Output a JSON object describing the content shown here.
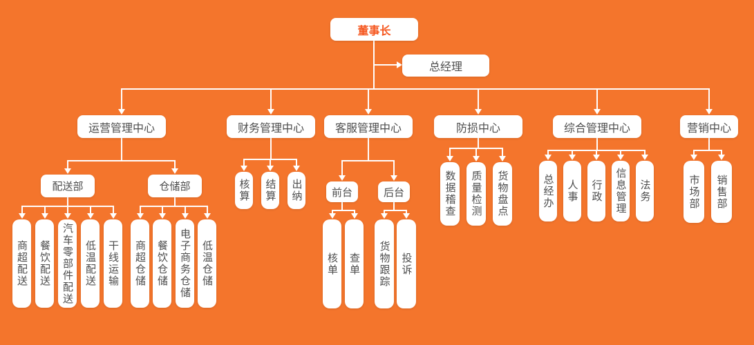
{
  "org": {
    "chairman": "董事长",
    "general_manager": "总经理",
    "centers": [
      {
        "label": "运营管理中心",
        "children": [
          {
            "label": "配送部",
            "children": [
              {
                "label": "商超配送"
              },
              {
                "label": "餐饮配送"
              },
              {
                "label": "汽车零部件配送"
              },
              {
                "label": "低温配送"
              },
              {
                "label": "干线运输"
              }
            ]
          },
          {
            "label": "仓储部",
            "children": [
              {
                "label": "商超仓储"
              },
              {
                "label": "餐饮仓储"
              },
              {
                "label": "电子商务仓储"
              },
              {
                "label": "低温仓储"
              }
            ]
          }
        ]
      },
      {
        "label": "财务管理中心",
        "children": [
          {
            "label": "核算"
          },
          {
            "label": "结算"
          },
          {
            "label": "出纳"
          }
        ]
      },
      {
        "label": "客服管理中心",
        "children": [
          {
            "label": "前台",
            "children": [
              {
                "label": "核单"
              },
              {
                "label": "查单"
              }
            ]
          },
          {
            "label": "后台",
            "children": [
              {
                "label": "货物跟踪"
              },
              {
                "label": "投诉"
              }
            ]
          }
        ]
      },
      {
        "label": "防损中心",
        "children": [
          {
            "label": "数据稽查"
          },
          {
            "label": "质量检测"
          },
          {
            "label": "货物盘点"
          }
        ]
      },
      {
        "label": "综合管理中心",
        "children": [
          {
            "label": "总经办"
          },
          {
            "label": "人事"
          },
          {
            "label": "行政"
          },
          {
            "label": "信息管理"
          },
          {
            "label": "法务"
          }
        ]
      },
      {
        "label": "营销中心",
        "children": [
          {
            "label": "市场部"
          },
          {
            "label": "销售部"
          }
        ]
      }
    ]
  },
  "colors": {
    "background": "#F4752C",
    "box_fill": "#FFFFFF",
    "box_text": "#4D4D4D",
    "chairman_text": "#F5571F",
    "connector": "#FFFFFF"
  }
}
